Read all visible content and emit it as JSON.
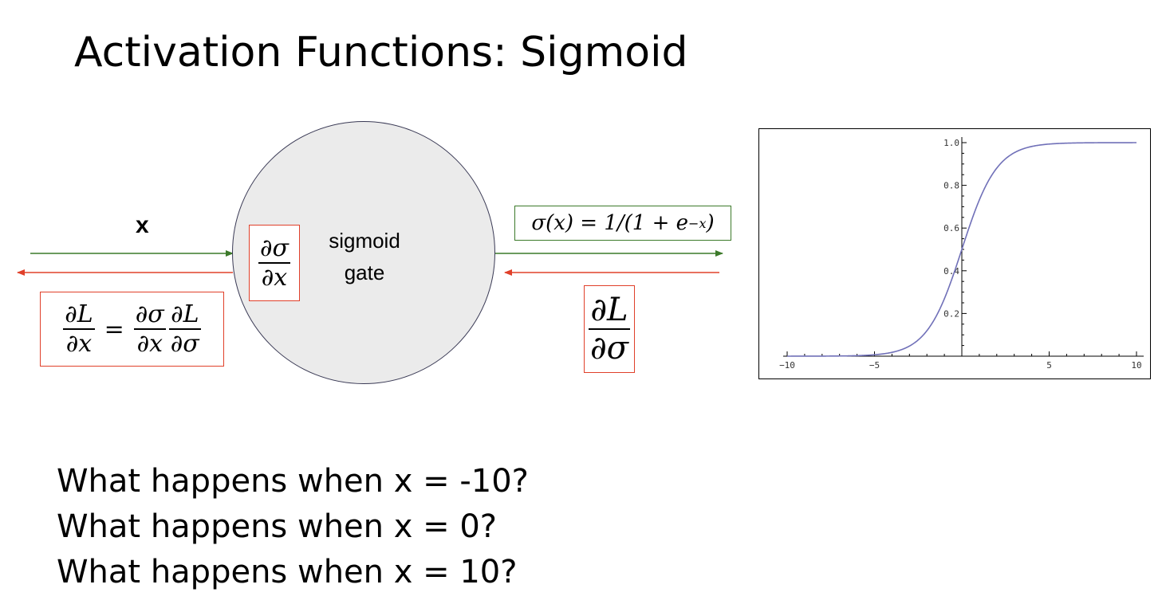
{
  "slide": {
    "title": "Activation Functions: Sigmoid"
  },
  "diagram": {
    "input_label": "x",
    "gate_label_line1": "sigmoid",
    "gate_label_line2": "gate",
    "local_gradient": {
      "num": "∂σ",
      "den": "∂x"
    },
    "chain_rule": {
      "lhs": {
        "num": "∂L",
        "den": "∂x"
      },
      "equals": "=",
      "rhs1": {
        "num": "∂σ",
        "den": "∂x"
      },
      "rhs2": {
        "num": "∂L",
        "den": "∂σ"
      }
    },
    "upstream_gradient": {
      "num": "∂L",
      "den": "∂σ"
    },
    "formula": {
      "prefix": "σ(x) = 1/(1 + e",
      "exponent": "−x",
      "suffix": ")"
    },
    "colors": {
      "forward": "#3c7a2a",
      "backward": "#e0402a",
      "gate_fill": "#ebebeb"
    }
  },
  "questions": [
    "What happens when x = -10?",
    "What happens when x = 0?",
    "What happens when x = 10?"
  ],
  "chart_data": {
    "type": "line",
    "title": "",
    "xlabel": "",
    "ylabel": "",
    "xlim": [
      -10,
      10
    ],
    "ylim": [
      0,
      1
    ],
    "x_ticks": [
      -10,
      -5,
      5,
      10
    ],
    "x_tick_labels": [
      "−10",
      "−5",
      "5",
      "10"
    ],
    "y_ticks": [
      0.2,
      0.4,
      0.6,
      0.8,
      1.0
    ],
    "y_tick_labels": [
      "0.2",
      "0.4",
      "0.6",
      "0.8",
      "1.0"
    ],
    "grid": false,
    "series": [
      {
        "function": "1/(1+exp(-x))",
        "color": "#7070b8",
        "x": [
          -10,
          -9,
          -8,
          -7,
          -6,
          -5,
          -4,
          -3,
          -2,
          -1,
          0,
          1,
          2,
          3,
          4,
          5,
          6,
          7,
          8,
          9,
          10
        ],
        "y": [
          4.54e-05,
          0.000123,
          0.000335,
          0.000911,
          0.00247,
          0.00669,
          0.018,
          0.0474,
          0.119,
          0.269,
          0.5,
          0.731,
          0.881,
          0.953,
          0.982,
          0.993,
          0.998,
          0.999,
          1.0,
          1.0,
          1.0
        ]
      }
    ]
  }
}
